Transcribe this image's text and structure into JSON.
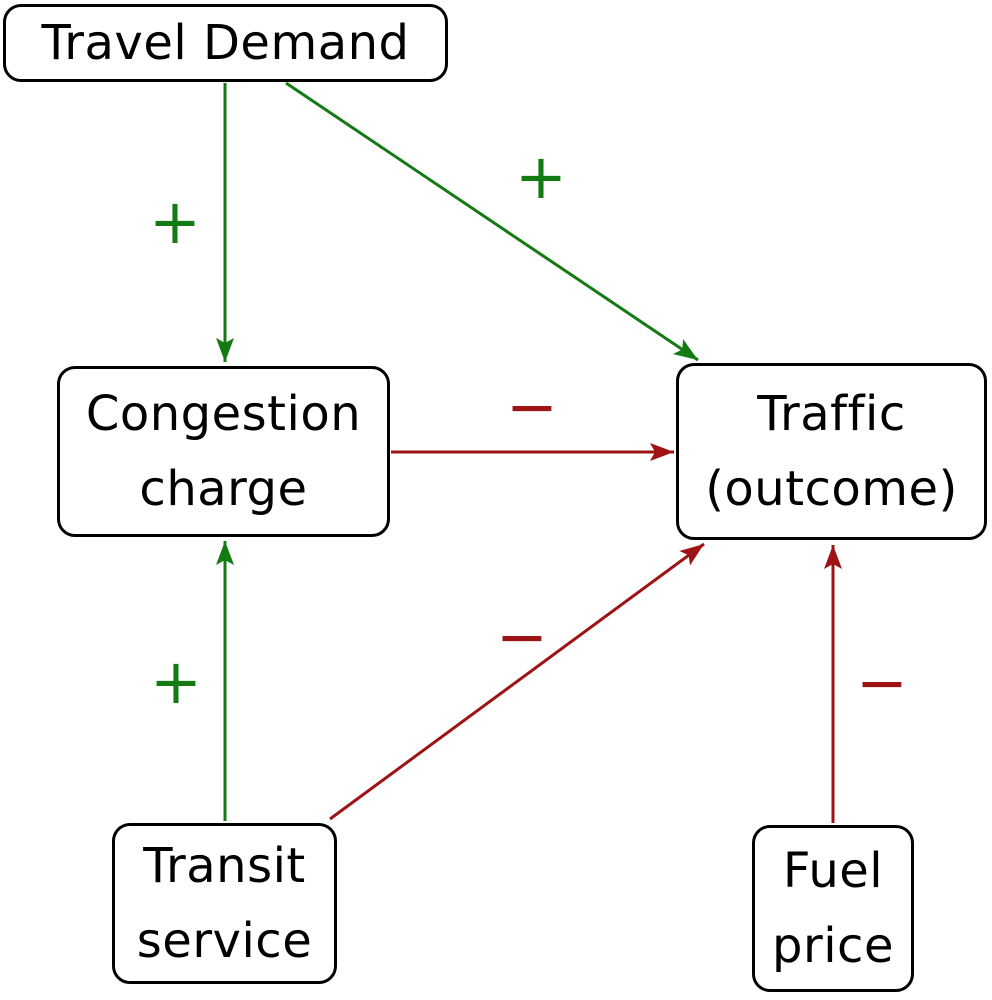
{
  "diagram": {
    "kind": "causal-diagram",
    "colors": {
      "positive": "#147a14",
      "negative": "#9e1313",
      "node_border": "#000000",
      "node_fill": "#ffffff",
      "text": "#000000",
      "background": "#ffffff"
    },
    "nodes": {
      "travel_demand": {
        "label": "Travel Demand"
      },
      "congestion_charge": {
        "label": "Congestion\ncharge"
      },
      "traffic_outcome": {
        "label": "Traffic\n(outcome)"
      },
      "transit_service": {
        "label": "Transit\nservice"
      },
      "fuel_price": {
        "label": "Fuel\nprice"
      }
    },
    "edges": [
      {
        "from": "Travel Demand",
        "to": "Congestion charge",
        "sign": "+",
        "color": "#147a14"
      },
      {
        "from": "Travel Demand",
        "to": "Traffic (outcome)",
        "sign": "+",
        "color": "#147a14"
      },
      {
        "from": "Congestion charge",
        "to": "Traffic (outcome)",
        "sign": "−",
        "color": "#9e1313"
      },
      {
        "from": "Transit service",
        "to": "Congestion charge",
        "sign": "+",
        "color": "#147a14"
      },
      {
        "from": "Transit service",
        "to": "Traffic (outcome)",
        "sign": "−",
        "color": "#9e1313"
      },
      {
        "from": "Fuel price",
        "to": "Traffic (outcome)",
        "sign": "−",
        "color": "#9e1313"
      }
    ]
  }
}
